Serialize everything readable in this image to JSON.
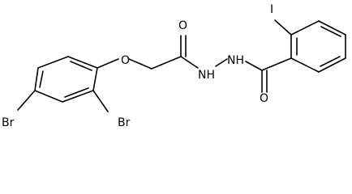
{
  "molecule": {
    "atoms": {
      "o_ether": "O",
      "o_amide_left": "O",
      "nh_left": "NH",
      "nh_right": "NH",
      "o_amide_right": "O",
      "i": "I",
      "br_bottom_left": "Br",
      "br_bottom_right": "Br"
    }
  },
  "colors": {
    "bond": "#000000",
    "label": "#000000",
    "background": "#ffffff"
  }
}
